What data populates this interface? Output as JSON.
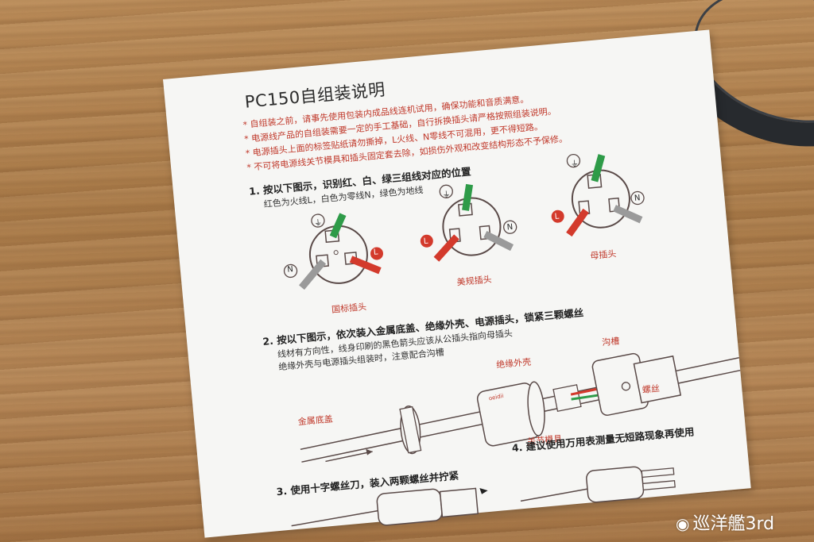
{
  "sheet": {
    "title": "PC150自组装说明",
    "notes": [
      "* 自组装之前，请事先使用包装内成品线连机试用，确保功能和音质满意。",
      "* 电源线产品的自组装需要一定的手工基础，自行拆换插头请严格按照组装说明。",
      "* 电源插头上面的标签贴纸请勿撕掉，L火线、N零线不可混用，更不得短路。",
      "* 不可将电源线关节模具和插头固定套去除，如损伤外观和改变结构形态不予保修。"
    ],
    "step1": {
      "heading": "1. 按以下图示，识别红、白、绿三组线对应的位置",
      "sub": "红色为火线L，白色为零线N，绿色为地线",
      "plugs": [
        {
          "caption": "国标插头",
          "ground": "⏚",
          "l": "L",
          "n": "N"
        },
        {
          "caption": "美规插头",
          "ground": "⏚",
          "l": "L",
          "n": "N"
        },
        {
          "caption": "母插头",
          "ground": "⏚",
          "l": "L",
          "n": "N"
        }
      ]
    },
    "step2": {
      "heading": "2. 按以下图示，依次装入金属底盖、绝缘外壳、电源插头，锁紧三颗螺丝",
      "sub1": "线材有方向性，线身印刷的黑色箭头应该从公插头指向母插头",
      "sub2": "绝缘外壳与电源插头组装时，注意配合沟槽",
      "labels": {
        "cap": "金属底盖",
        "shell": "绝缘外壳",
        "groove": "沟槽",
        "screw": "螺丝",
        "joint": "关节模具"
      },
      "brand": "oeidii"
    },
    "step3": {
      "heading": "3. 使用十字螺丝刀，装入两颗螺丝并拧紧"
    },
    "step4": {
      "heading": "4. 建议使用万用表测量无短路现象再使用"
    }
  },
  "watermark": {
    "logo": "weibo-logo",
    "text": "巡洋艦3rd"
  },
  "colors": {
    "red": "#d33a2c",
    "green": "#2e9b48",
    "gray": "#9a9a9a",
    "ink": "#5a4a48"
  }
}
